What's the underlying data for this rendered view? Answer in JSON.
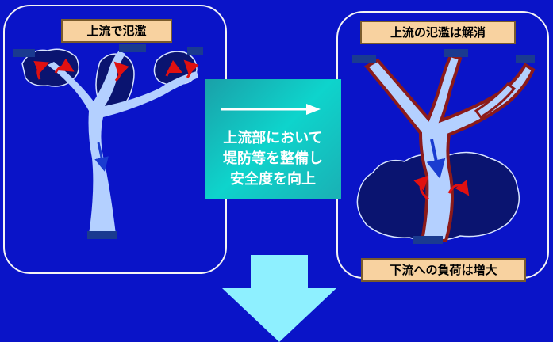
{
  "labels": {
    "upstream_flood": "上流で氾濫",
    "flood_resolved": "上流の氾濫は解消",
    "downstream_load": "下流への負荷は増大"
  },
  "center": {
    "lines": [
      "上流部において",
      "堤防等を整備し",
      "安全度を向上"
    ]
  },
  "colors": {
    "background": "#0a14c8",
    "river": "#b4d0ff",
    "flood_area": "#0a1470",
    "levee": "#8b1a1a",
    "label_fill": "#f8d2a0",
    "center_box": "#1ab8b8",
    "down_arrow": "#8ef0ff",
    "swirl_arrow": "#e01010"
  }
}
